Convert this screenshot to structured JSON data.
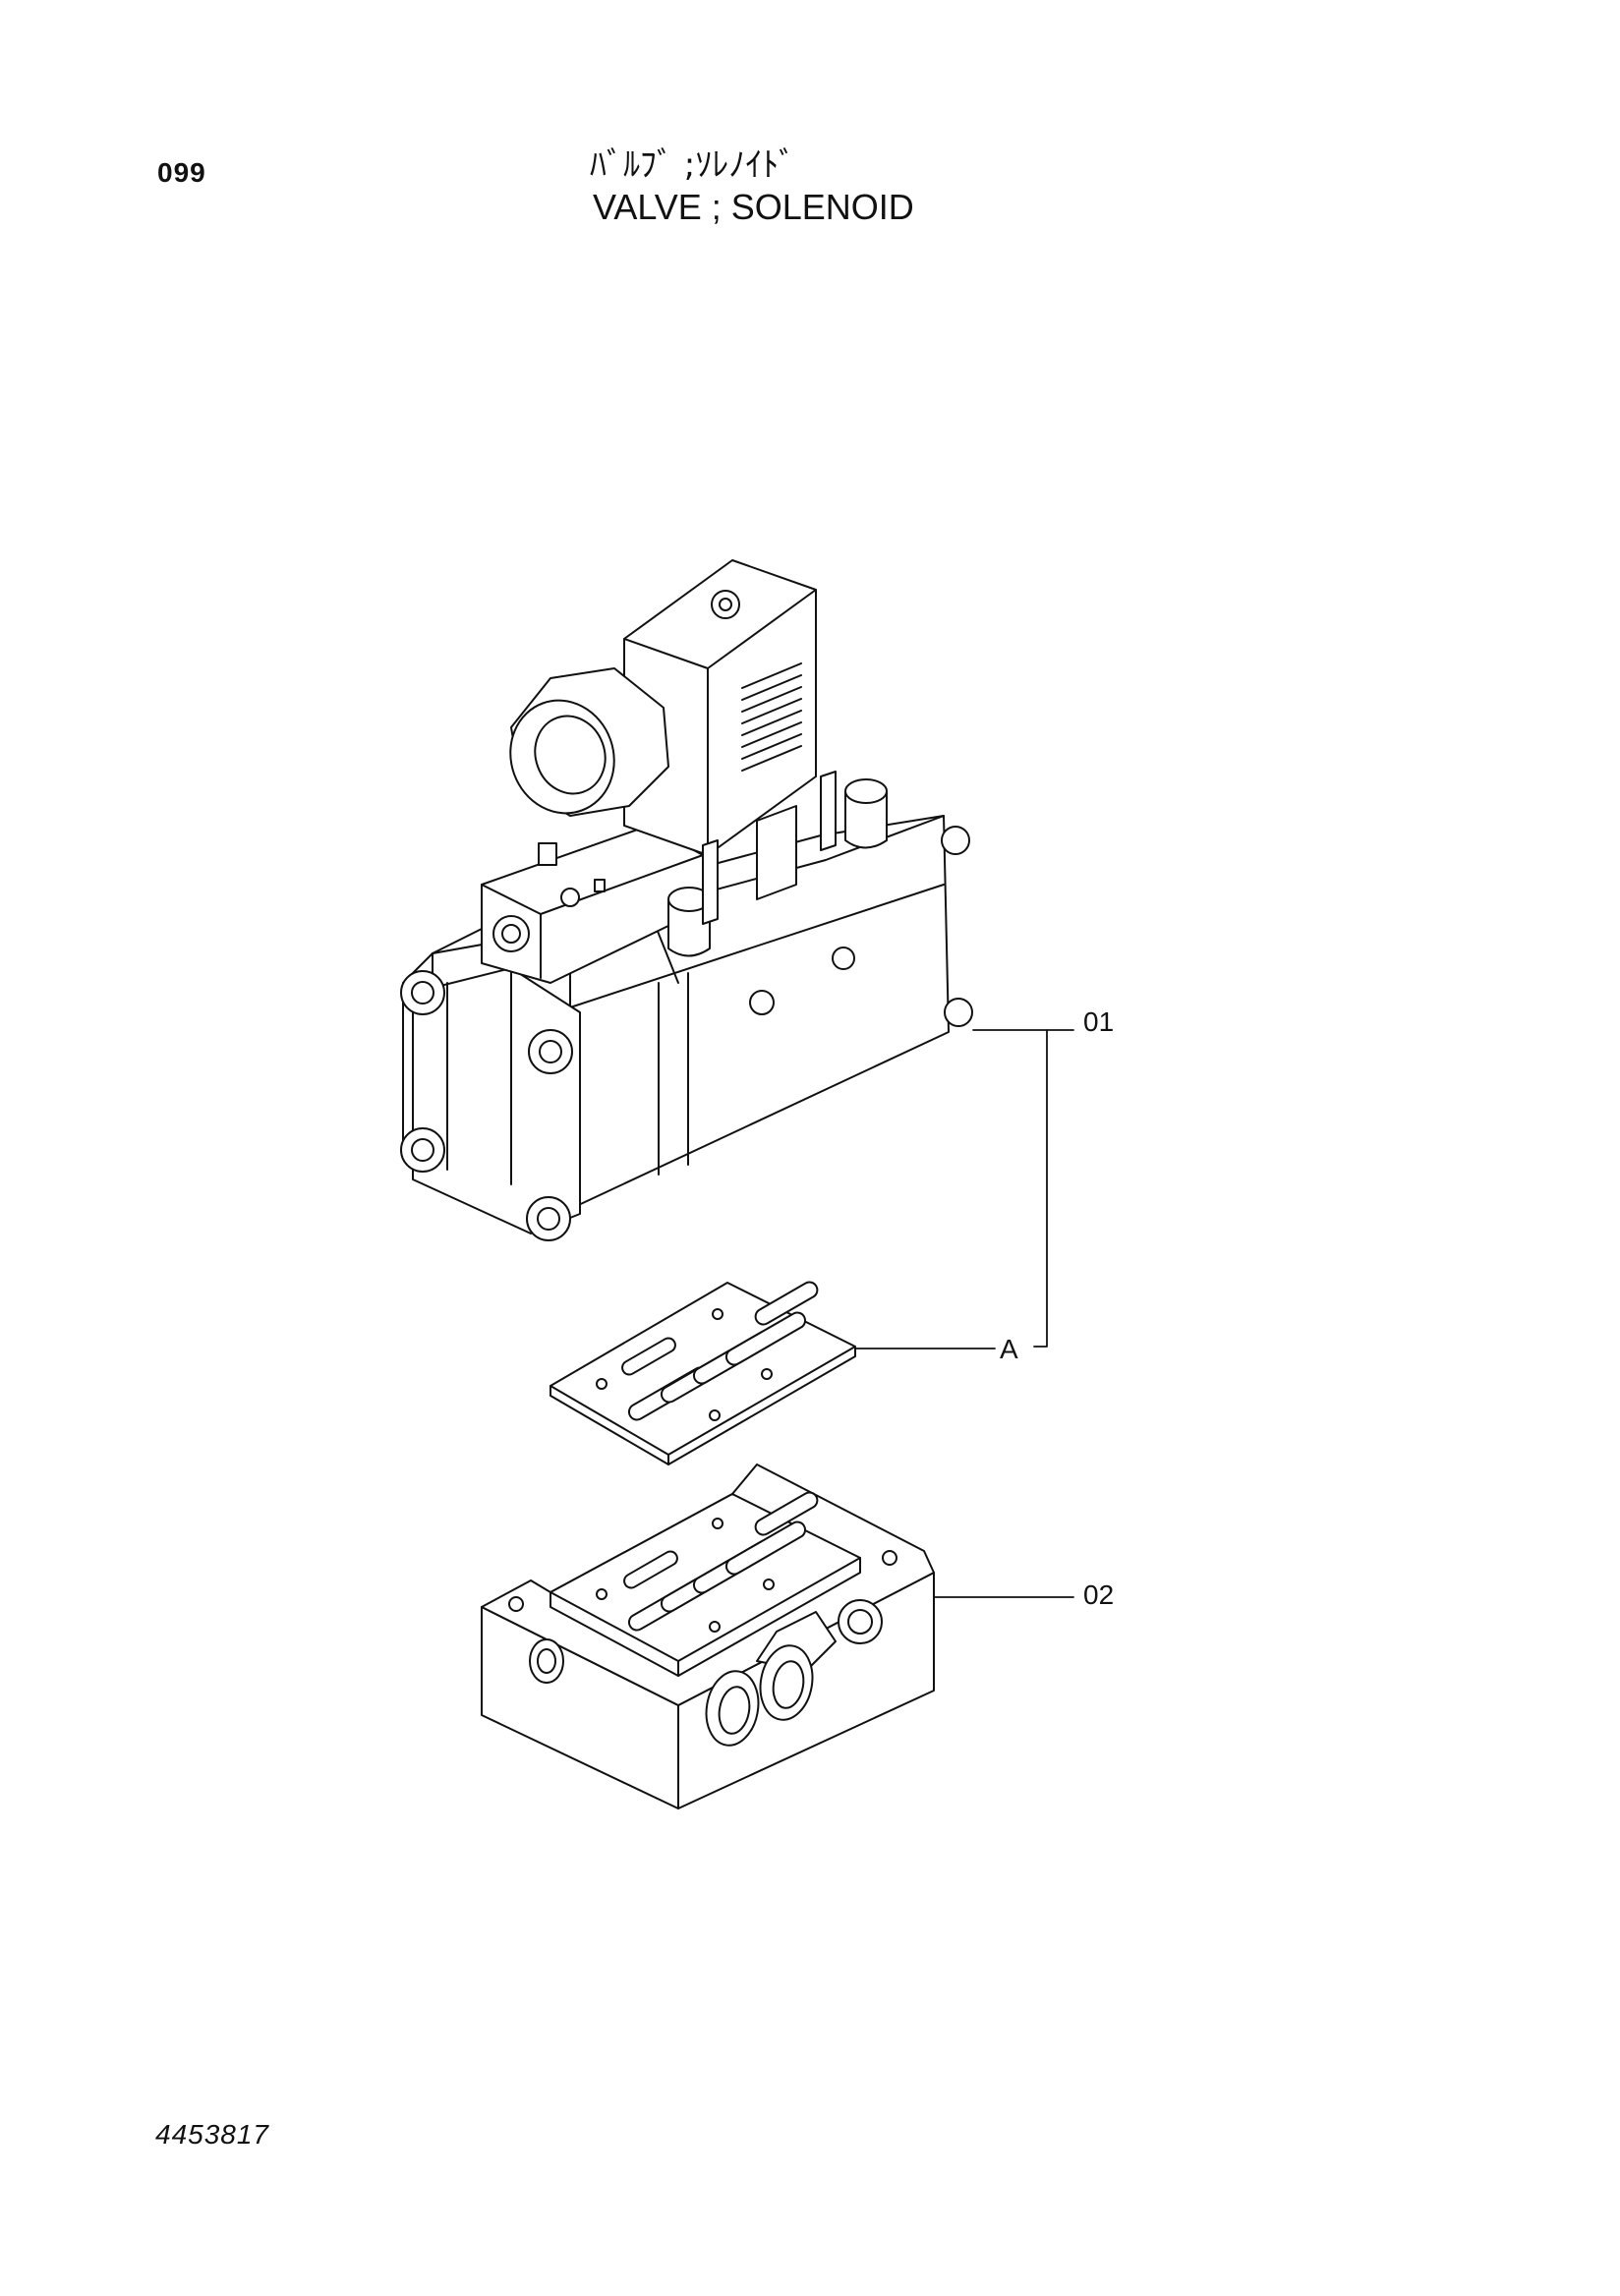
{
  "page": {
    "number": "099",
    "drawing_number": "4453817"
  },
  "title": {
    "japanese": "ﾊﾞﾙﾌﾞ ;ｿﾚﾉｲﾄﾞ",
    "english": "VALVE ; SOLENOID"
  },
  "callouts": {
    "part_01": "01",
    "detail_a": "A",
    "part_02": "02"
  },
  "colors": {
    "line": "#111111",
    "background": "#ffffff"
  }
}
